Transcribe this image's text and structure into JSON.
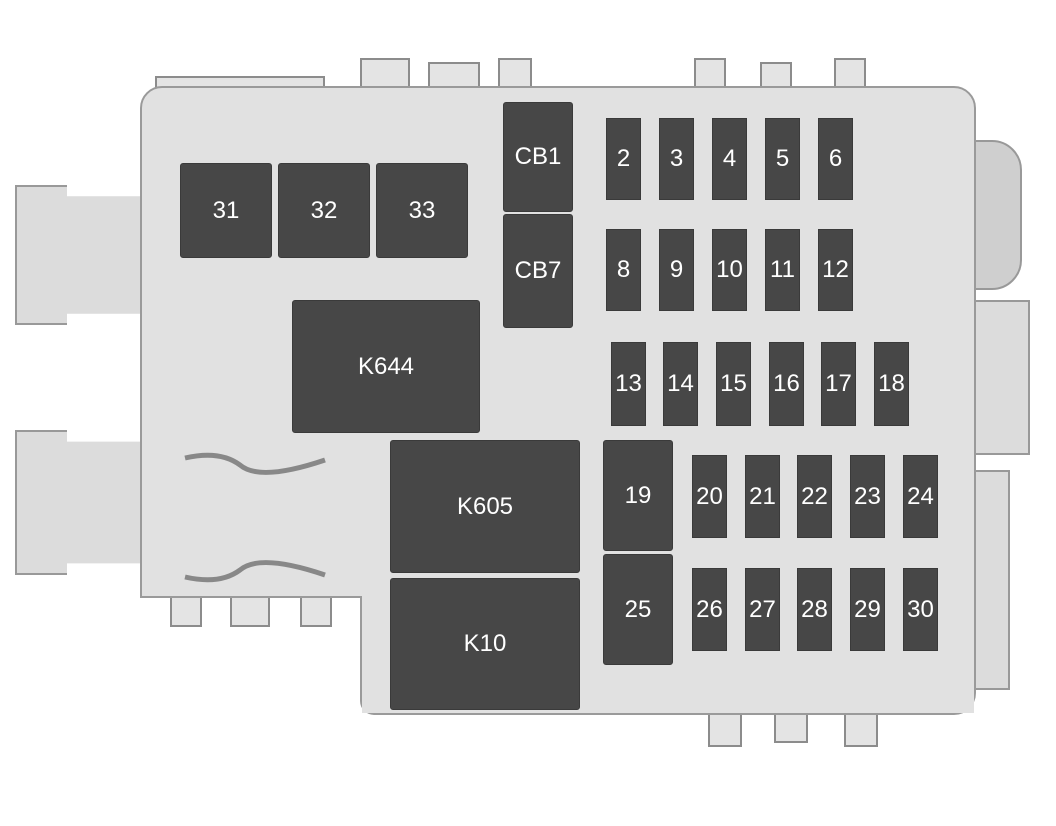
{
  "title": "Fuse block layout",
  "colors": {
    "housing": "#e1e1e1",
    "fuse": "#474747",
    "label": "#ffffff",
    "outline": "#9a9a9a"
  },
  "circuit_breakers": [
    {
      "label": "CB1"
    },
    {
      "label": "CB7"
    }
  ],
  "fuses": {
    "f2": "2",
    "f3": "3",
    "f4": "4",
    "f5": "5",
    "f6": "6",
    "f8": "8",
    "f9": "9",
    "f10": "10",
    "f11": "11",
    "f12": "12",
    "f13": "13",
    "f14": "14",
    "f15": "15",
    "f16": "16",
    "f17": "17",
    "f18": "18",
    "f19": "19",
    "f20": "20",
    "f21": "21",
    "f22": "22",
    "f23": "23",
    "f24": "24",
    "f25": "25",
    "f26": "26",
    "f27": "27",
    "f28": "28",
    "f29": "29",
    "f30": "30",
    "f31": "31",
    "f32": "32",
    "f33": "33"
  },
  "relays": {
    "k644": "K644",
    "k605": "K605",
    "k10": "K10"
  }
}
